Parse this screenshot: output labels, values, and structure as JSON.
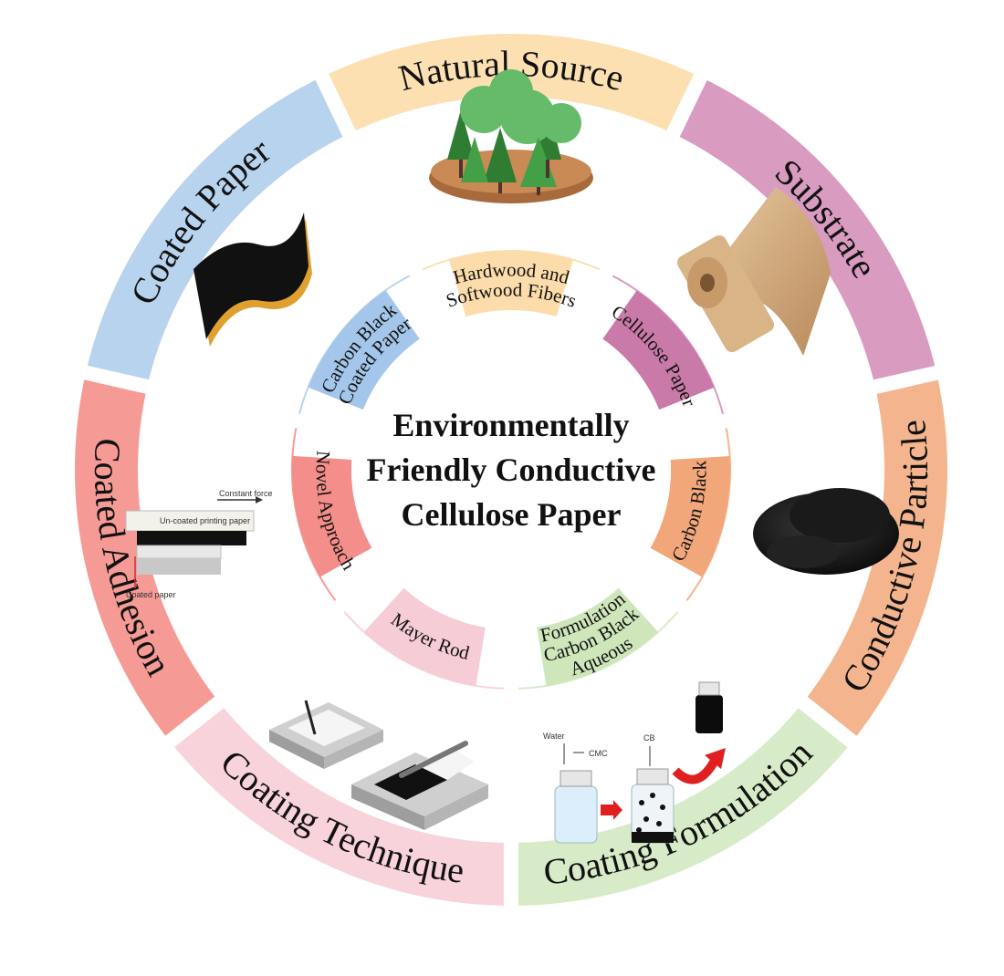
{
  "center": {
    "line1": "Environmentally",
    "line2": "Friendly Conductive",
    "line3": "Cellulose Paper"
  },
  "segments": [
    {
      "id": "natural-source",
      "outer": "Natural Source",
      "inner_lines": [
        "Hardwood and",
        "Softwood Fibers"
      ],
      "color": "#fce0b2",
      "inner_color": "#fcdcaa"
    },
    {
      "id": "substrate",
      "outer": "Substrate",
      "inner_lines": [
        "Cellulose Paper"
      ],
      "color": "#d99bc0",
      "inner_color": "#c97aa8"
    },
    {
      "id": "conductive-particle",
      "outer": "Conductive Particle",
      "inner_lines": [
        "Carbon Black"
      ],
      "color": "#f4b58e",
      "inner_color": "#f2a77a"
    },
    {
      "id": "coating-formulation",
      "outer": "Coating Formulation",
      "inner_lines": [
        "Aqueous",
        "Carbon Black",
        "Formulation"
      ],
      "color": "#d8ebc8",
      "inner_color": "#cfe6bb"
    },
    {
      "id": "coating-technique",
      "outer": "Coating Technique",
      "inner_lines": [
        "Mayer Rod"
      ],
      "color": "#f8d3dc",
      "inner_color": "#f6ccd6"
    },
    {
      "id": "coated-adhesion",
      "outer": "Coated Adhesion",
      "inner_lines": [
        "Novel Approach"
      ],
      "color": "#f69a96",
      "inner_color": "#f48e8a"
    },
    {
      "id": "coated-paper",
      "outer": "Coated Paper",
      "inner_lines": [
        "Carbon Black",
        "Coated Paper"
      ],
      "color": "#b8d3ee",
      "inner_color": "#a4c6ea"
    }
  ],
  "illustration_text": {
    "adhesion_sheet": "Un-coated printing paper",
    "adhesion_force": "Constant force",
    "adhesion_coated": "Coated paper",
    "formulation_water": "Water",
    "formulation_cmc": "CMC",
    "formulation_cb": "CB"
  }
}
